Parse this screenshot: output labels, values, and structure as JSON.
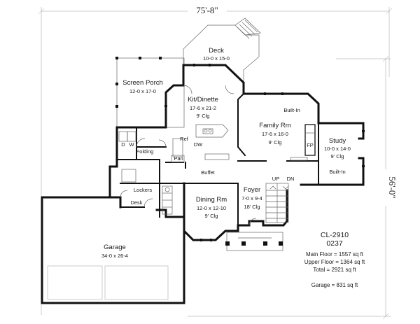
{
  "dimensions": {
    "width": "75'-8\"",
    "depth": "56'-0\""
  },
  "rooms": {
    "deck": {
      "name": "Deck",
      "size": "10-0 x 15-0"
    },
    "screen_porch": {
      "name": "Screen Porch",
      "size": "12-0 x 17-0"
    },
    "kit_dinette": {
      "name": "Kit/Dinette",
      "size": "17-6 x 21-2",
      "ceiling": "9' Clg"
    },
    "family_rm": {
      "name": "Family Rm",
      "size": "17-6 x 16-0",
      "ceiling": "9' Clg"
    },
    "study": {
      "name": "Study",
      "size": "10-0 x 14-0",
      "ceiling": "9' Clg"
    },
    "dining_rm": {
      "name": "Dining Rm",
      "size": "12-0 x 12-10",
      "ceiling": "9' Clg"
    },
    "foyer": {
      "name": "Foyer",
      "size": "7-0 x 9-4",
      "ceiling": "18' Clg"
    },
    "garage": {
      "name": "Garage",
      "size": "34-0 x 26-4"
    }
  },
  "labels": {
    "built_in_family": "Built-In",
    "built_in_study": "Built-In",
    "fp": "FP",
    "ref": "Ref",
    "dw": "DW",
    "pan": "Pan",
    "d": "D",
    "w": "W",
    "folding": "Folding",
    "buffet": "Buffet",
    "up": "UP",
    "dn": "DN",
    "lockers": "Lockers",
    "desk": "Desk"
  },
  "plan_info": {
    "plan_number": "CL-2910",
    "plan_code": "0237",
    "main_floor": "Main Floor = 1557 sq ft",
    "upper_floor": "Upper Floor = 1364 sq ft",
    "total": "Total = 2921 sq ft",
    "garage_area": "Garage = 831 sq ft"
  },
  "colors": {
    "wall": "#111111",
    "fixture": "#666666",
    "background": "#ffffff"
  }
}
